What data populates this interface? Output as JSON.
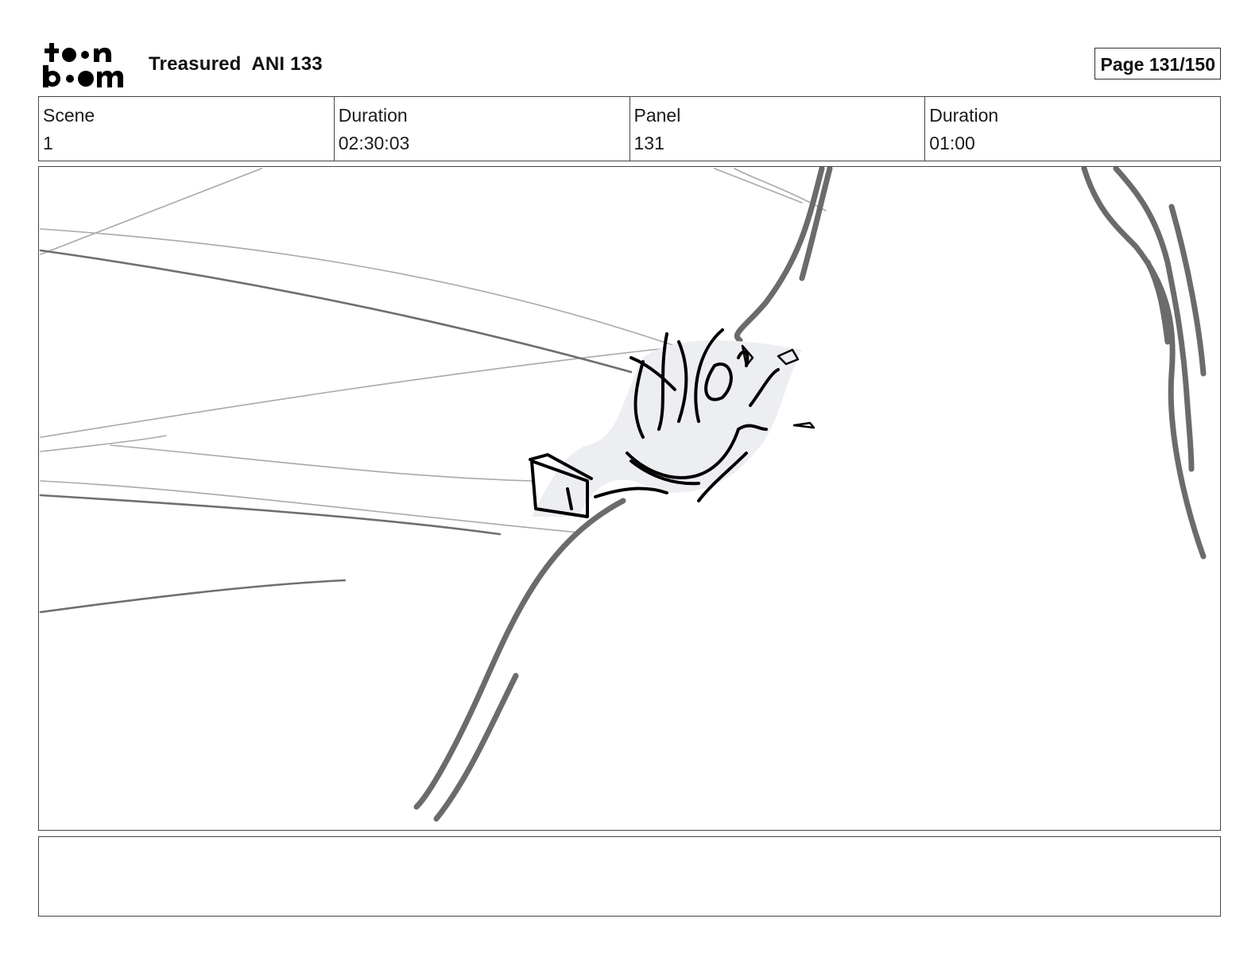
{
  "header": {
    "logo_text": "toon boom",
    "project_title": "Treasured  ANI 133",
    "page_label": "Page 131/150"
  },
  "info": {
    "cells": [
      {
        "label": "Scene",
        "value": "1"
      },
      {
        "label": "Duration",
        "value": "02:30:03"
      },
      {
        "label": "Panel",
        "value": "131"
      },
      {
        "label": "Duration",
        "value": "01:00"
      }
    ]
  },
  "notes": {
    "text": ""
  },
  "colors": {
    "sketch_dark": "#000000",
    "sketch_mid": "#6b6b6b",
    "sketch_light": "#b8b8b8",
    "fill_light": "#eceef2"
  }
}
